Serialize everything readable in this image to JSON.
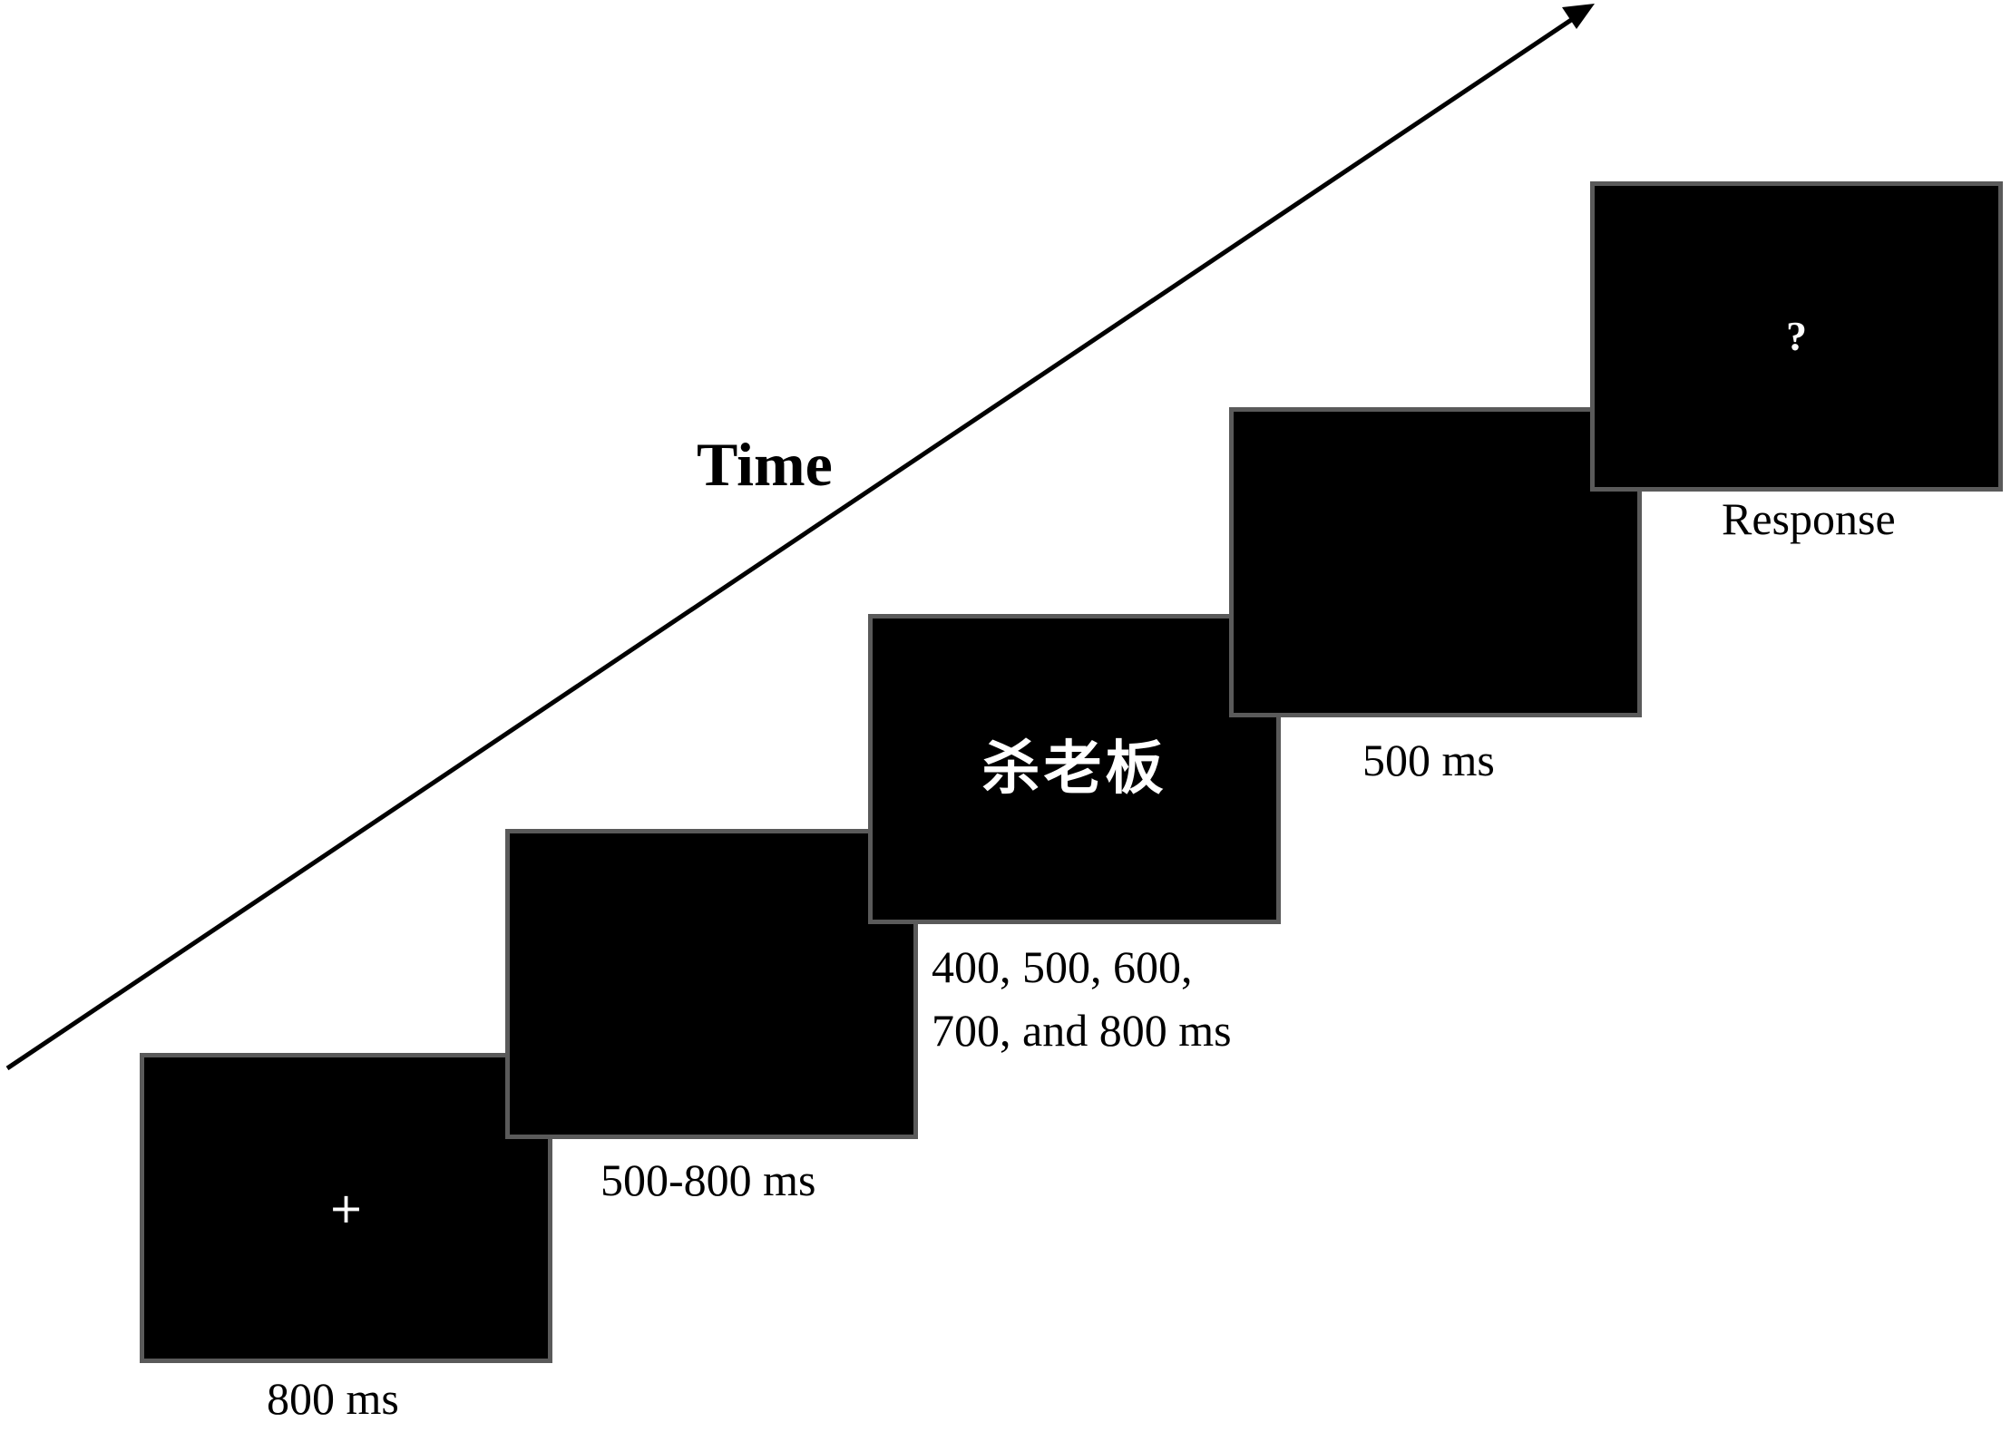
{
  "time_label": "Time",
  "screens": [
    {
      "content": "+",
      "duration": "800 ms"
    },
    {
      "content": "",
      "duration": "500-800 ms"
    },
    {
      "content": "杀老板",
      "duration_lines": [
        "400, 500, 600,",
        "700, and  800 ms"
      ]
    },
    {
      "content": "",
      "duration": "500 ms"
    },
    {
      "content": "?",
      "duration": "Response"
    }
  ],
  "colors": {
    "screen_fill": "#000000",
    "screen_border": "#5a5a5a",
    "screen_text": "#ffffff",
    "background": "#ffffff",
    "arrow": "#000000"
  }
}
